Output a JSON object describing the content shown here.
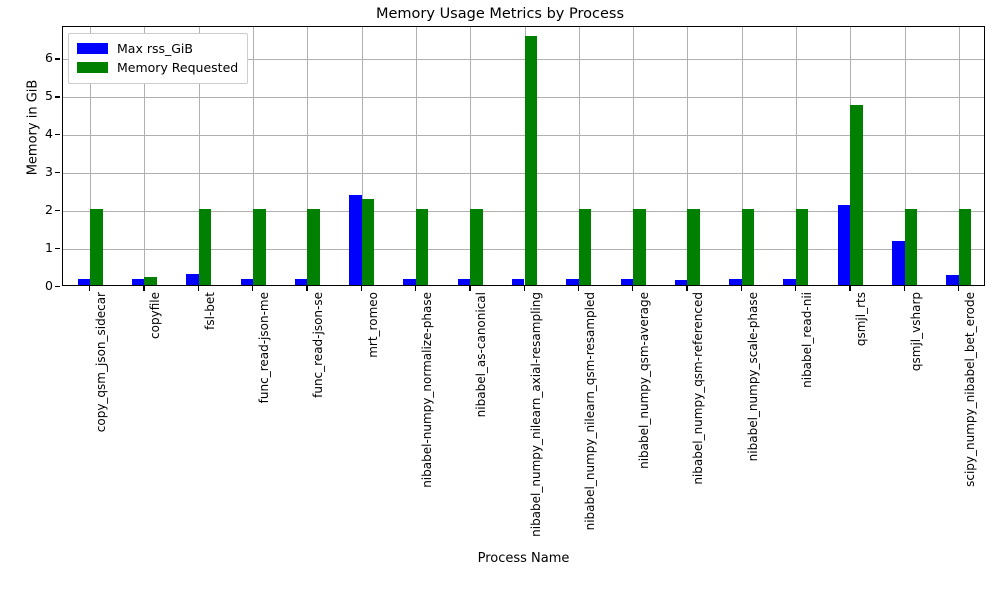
{
  "chart_data": {
    "type": "bar",
    "title": "Memory Usage Metrics by Process",
    "xlabel": "Process Name",
    "ylabel": "Memory in GiB",
    "ylim": [
      0,
      6.85
    ],
    "yticks": [
      0,
      1,
      2,
      3,
      4,
      5,
      6
    ],
    "grid": true,
    "legend_position": "upper left",
    "categories": [
      "copy_qsm_json_sidecar",
      "copyfile",
      "fsl-bet",
      "func_read-json-me",
      "func_read-json-se",
      "mrt_romeo",
      "nibabel-numpy_normalize-phase",
      "nibabel_as-canonical",
      "nibabel_numpy_nilearn_axial-resampling",
      "nibabel_numpy_nilearn_qsm-resampled",
      "nibabel_numpy_qsm-average",
      "nibabel_numpy_qsm-referenced",
      "nibabel_numpy_scale-phase",
      "nibabel_read-nii",
      "qsmjl_rts",
      "qsmjl_vsharp",
      "scipy_numpy_nibabel_bet_erode"
    ],
    "series": [
      {
        "name": "Max rss_GiB",
        "color": "#0000ff",
        "values": [
          0.15,
          0.15,
          0.3,
          0.15,
          0.15,
          2.38,
          0.15,
          0.15,
          0.15,
          0.15,
          0.17,
          0.13,
          0.15,
          0.15,
          2.1,
          1.15,
          0.27
        ]
      },
      {
        "name": "Memory Requested",
        "color": "#008000",
        "values": [
          2.0,
          0.21,
          2.0,
          2.0,
          2.0,
          2.27,
          2.0,
          2.0,
          6.55,
          2.0,
          2.0,
          2.0,
          2.0,
          2.0,
          4.73,
          2.0,
          2.0
        ]
      }
    ]
  }
}
